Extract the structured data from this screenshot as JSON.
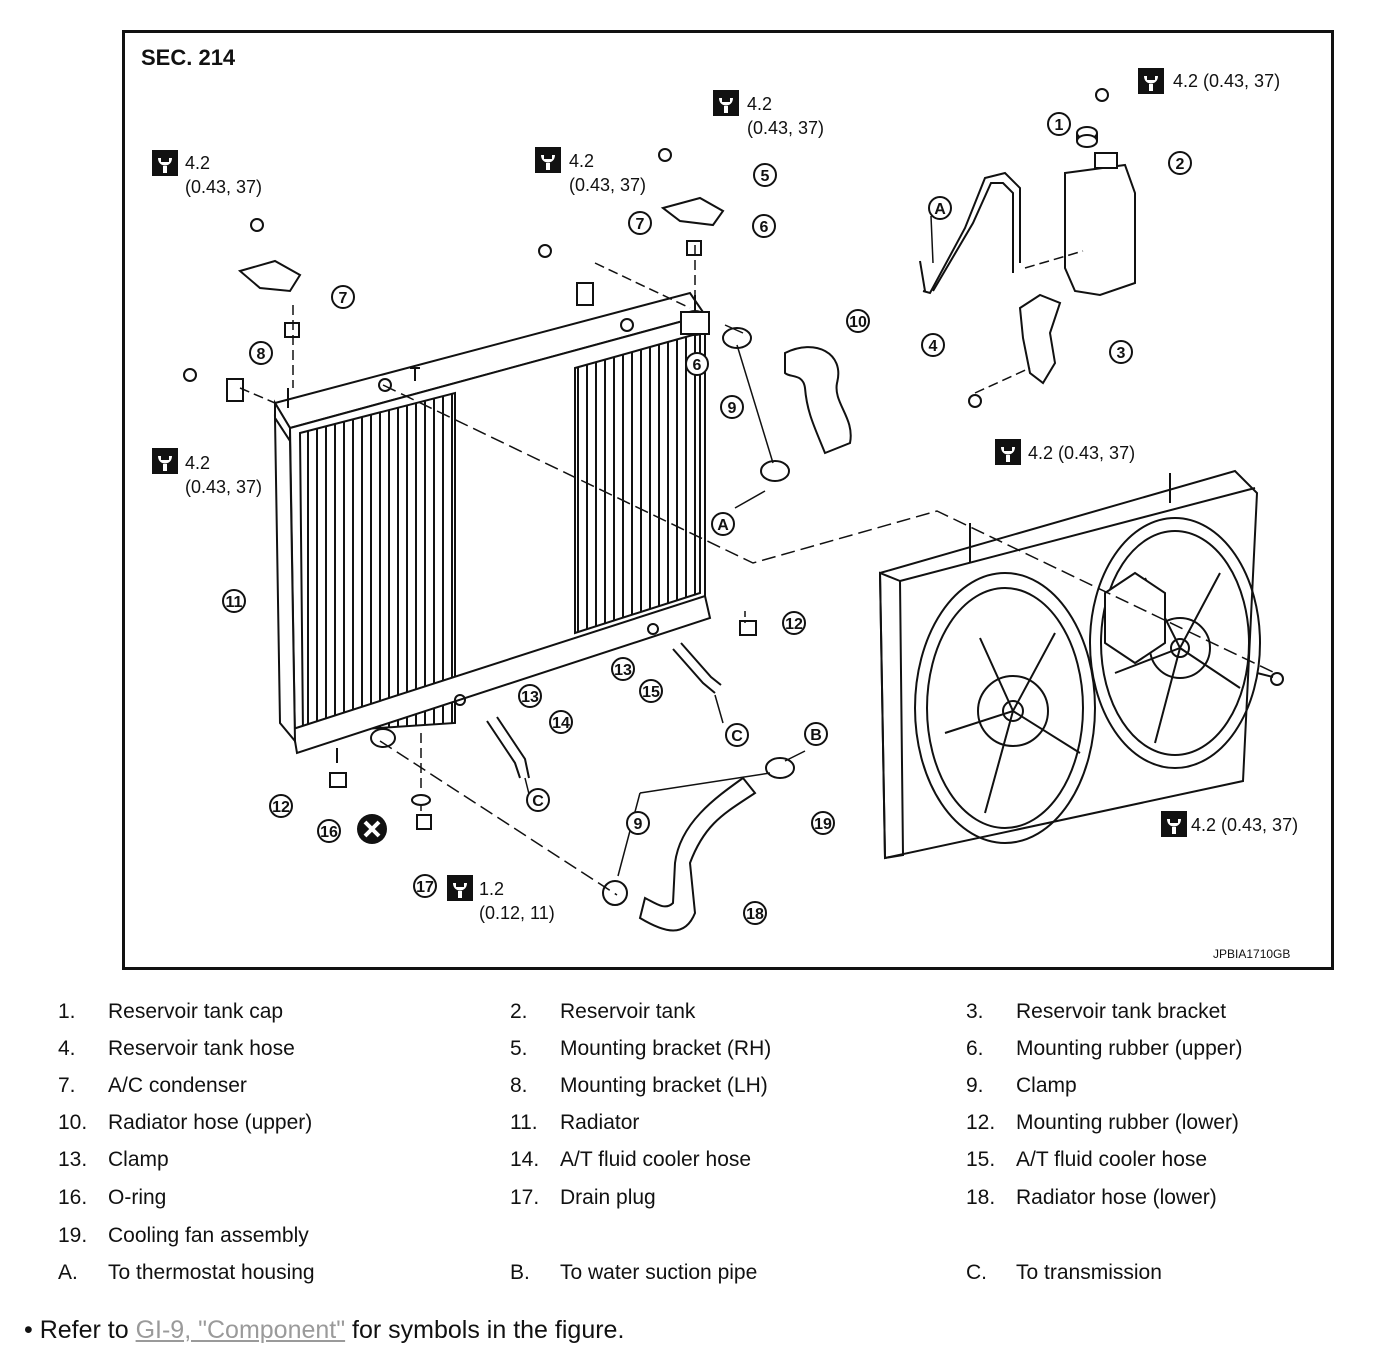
{
  "figure": {
    "section": "SEC. 214",
    "code": "JPBIA1710GB",
    "callouts": [
      "1",
      "2",
      "3",
      "4",
      "5",
      "6",
      "6",
      "7",
      "7",
      "8",
      "9",
      "9",
      "10",
      "11",
      "12",
      "12",
      "13",
      "13",
      "14",
      "15",
      "16",
      "17",
      "18",
      "19"
    ],
    "letters": [
      "A",
      "A",
      "B",
      "C",
      "C"
    ],
    "torques": {
      "t42_line1": "4.2",
      "t42_line2": "(0.43, 37)",
      "t42_inline": "4.2 (0.43, 37)",
      "t12_line1": "1.2",
      "t12_line2": "(0.12, 11)"
    }
  },
  "legend": [
    {
      "num": "1.",
      "text": "Reservoir tank cap"
    },
    {
      "num": "2.",
      "text": "Reservoir tank"
    },
    {
      "num": "3.",
      "text": "Reservoir tank bracket"
    },
    {
      "num": "4.",
      "text": "Reservoir tank hose"
    },
    {
      "num": "5.",
      "text": "Mounting bracket (RH)"
    },
    {
      "num": "6.",
      "text": "Mounting rubber (upper)"
    },
    {
      "num": "7.",
      "text": "A/C condenser"
    },
    {
      "num": "8.",
      "text": "Mounting bracket (LH)"
    },
    {
      "num": "9.",
      "text": "Clamp"
    },
    {
      "num": "10.",
      "text": "Radiator hose (upper)"
    },
    {
      "num": "11.",
      "text": "Radiator"
    },
    {
      "num": "12.",
      "text": "Mounting rubber (lower)"
    },
    {
      "num": "13.",
      "text": "Clamp"
    },
    {
      "num": "14.",
      "text": "A/T fluid cooler hose"
    },
    {
      "num": "15.",
      "text": "A/T fluid cooler hose"
    },
    {
      "num": "16.",
      "text": "O-ring"
    },
    {
      "num": "17.",
      "text": "Drain plug"
    },
    {
      "num": "18.",
      "text": "Radiator hose (lower)"
    },
    {
      "num": "19.",
      "text": "Cooling fan assembly"
    },
    {
      "num": "A.",
      "text": "To thermostat housing"
    },
    {
      "num": "B.",
      "text": "To water suction pipe"
    },
    {
      "num": "C.",
      "text": "To transmission"
    }
  ],
  "note": {
    "bullet": "•",
    "prefix": "Refer to ",
    "link_text": "GI-9, \"Component\"",
    "suffix": " for symbols in the figure."
  }
}
